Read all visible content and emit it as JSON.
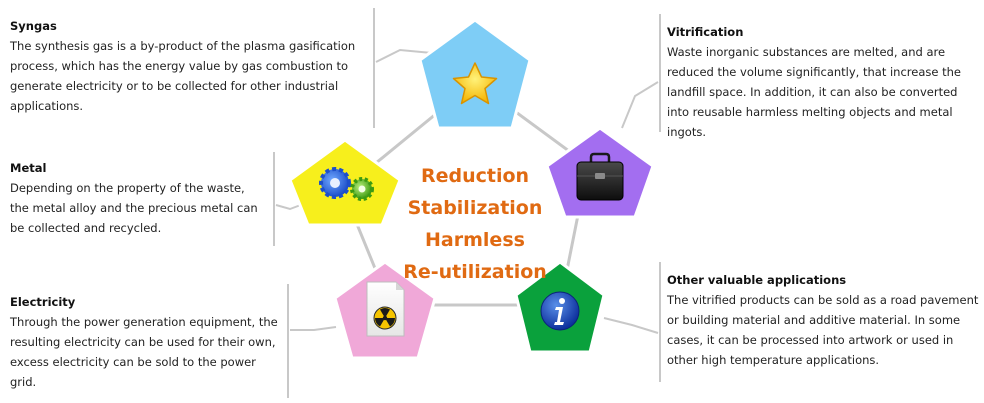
{
  "center": {
    "line1": "Reduction",
    "line2": "Stabilization",
    "line3": "Harmless",
    "line4": "Re-utilization"
  },
  "items": {
    "syngas": {
      "title": "Syngas",
      "description": "The synthesis gas is a by-product of the plasma gasification process, which has the energy value by gas combustion to generate electricity or to be collected for other industrial applications.",
      "icon": "star-icon",
      "color": "#7ecdf6"
    },
    "metal": {
      "title": "Metal",
      "description": "Depending on the property of the waste, the metal alloy and the precious metal can be collected and recycled.",
      "icon": "gears-icon",
      "color": "#f7ef1c"
    },
    "electricity": {
      "title": "Electricity",
      "description": "Through the power generation equipment, the resulting electricity can be used for their own, excess electricity can be sold to the power grid.",
      "icon": "radiation-document-icon",
      "color": "#f0a8d8"
    },
    "vitrification": {
      "title": "Vitrification",
      "description": "Waste inorganic substances are melted, and are reduced the volume significantly, that increase the landfill space. In addition, it can also be converted into reusable harmless melting objects and metal ingots.",
      "icon": "briefcase-icon",
      "color": "#a36ef0"
    },
    "other": {
      "title": "Other valuable applications",
      "description": "The vitrified products can be sold as a road pavement or building material and additive material. In some cases, it can be processed into artwork or used in other high temperature applications.",
      "icon": "info-icon",
      "color": "#0aa13c"
    }
  }
}
